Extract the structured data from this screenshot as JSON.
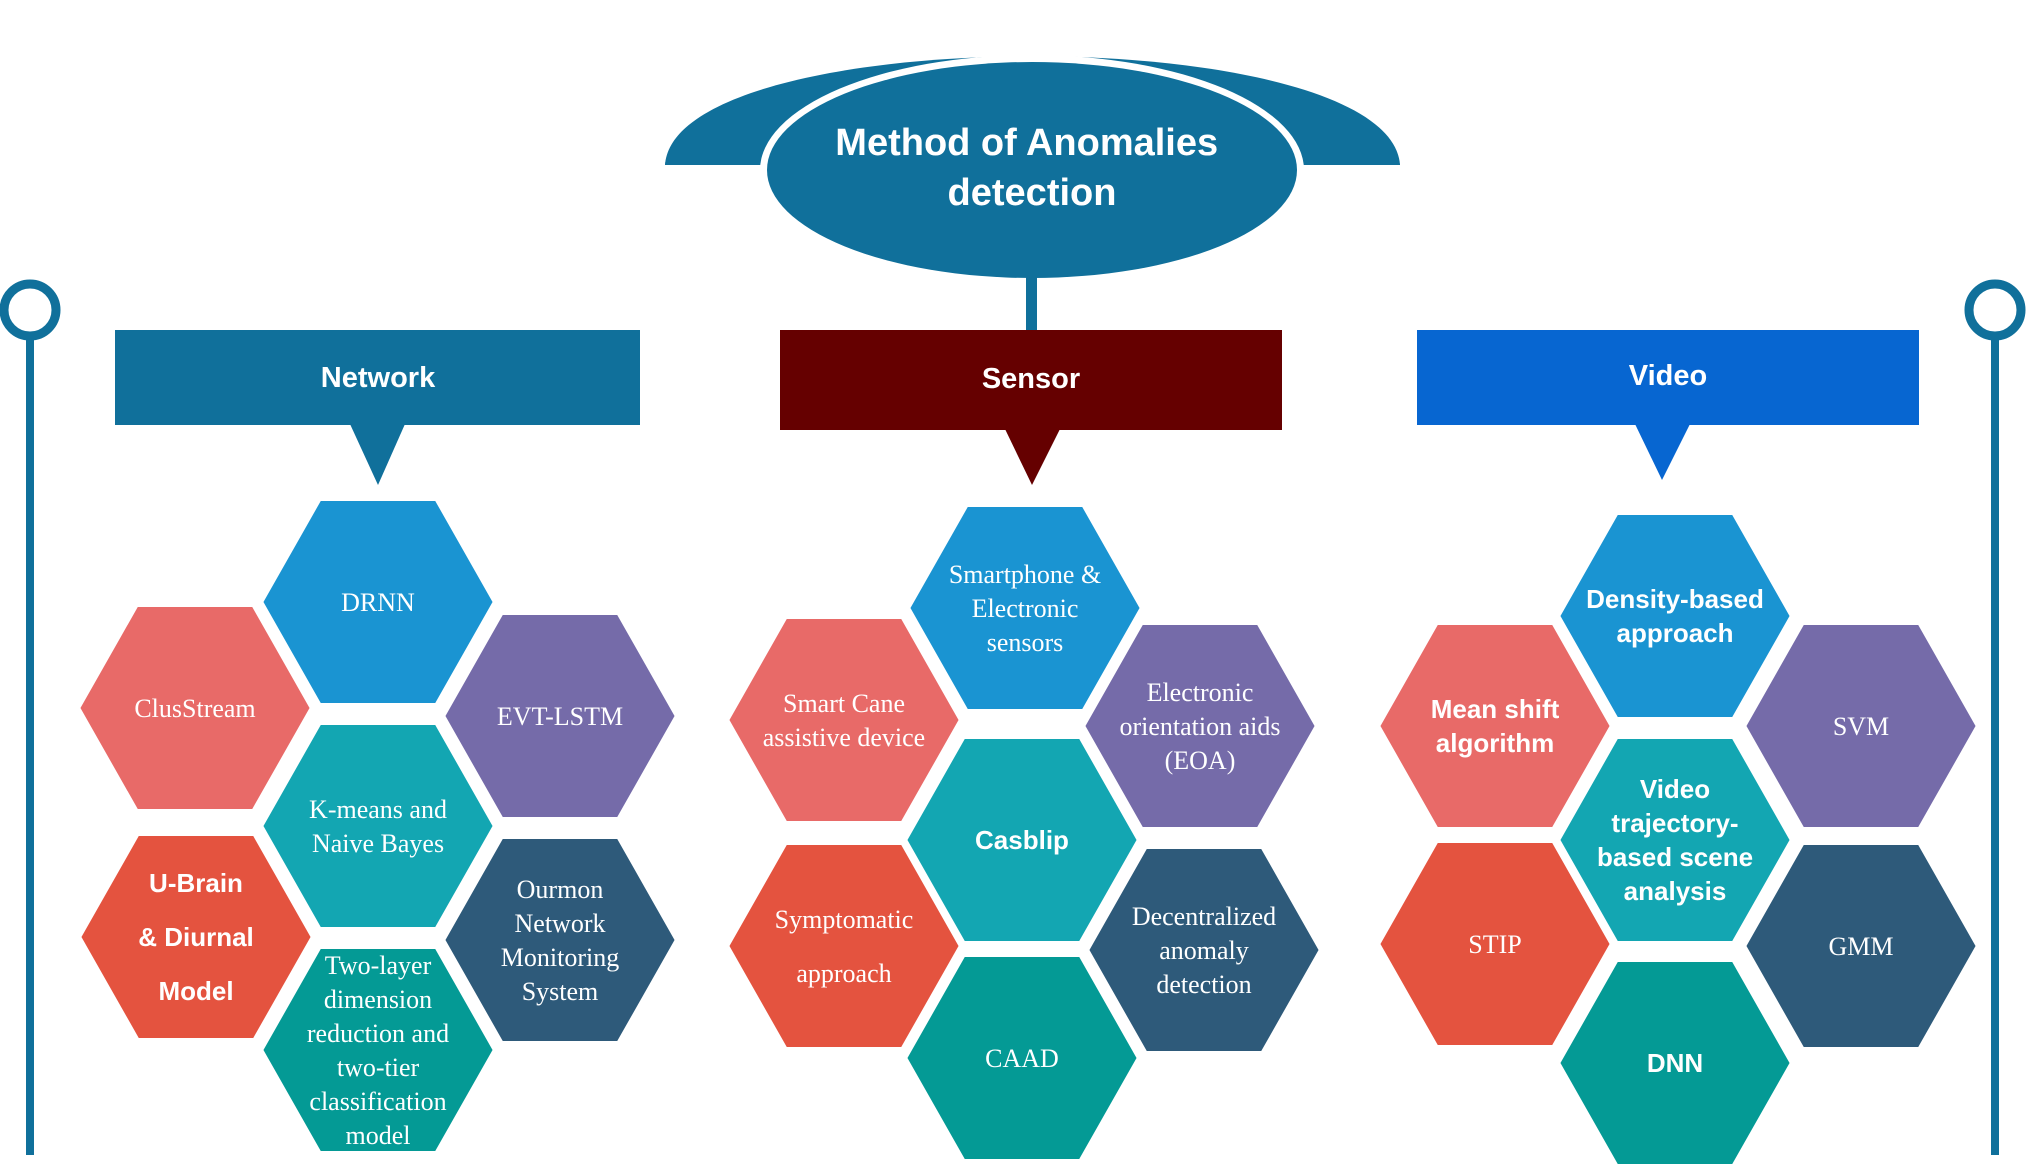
{
  "title": {
    "lines": [
      "Method of Anomalies",
      "detection"
    ]
  },
  "colors": {
    "main_blue": "#10709b",
    "sensor_maroon": "#650000",
    "video_blue": "#0766d1",
    "hex_blue": "#1a94d2",
    "hex_coral": "#e86a68",
    "hex_purple": "#756ba9",
    "hex_teal": "#13a6b2",
    "hex_red": "#e4533f",
    "hex_navy": "#2e5a7a",
    "hex_dark_teal": "#049a95"
  },
  "categories": [
    {
      "id": "network",
      "label": "Network",
      "color": "#10709b",
      "hexagons": [
        {
          "id": "drnn",
          "lines": [
            "DRNN"
          ],
          "color": "#1a94d2",
          "font": "serif"
        },
        {
          "id": "clusstream",
          "lines": [
            "ClusStream"
          ],
          "color": "#e86a68",
          "font": "serif"
        },
        {
          "id": "evt-lstm",
          "lines": [
            "EVT-LSTM"
          ],
          "color": "#756ba9",
          "font": "serif"
        },
        {
          "id": "kmeans-naive-bayes",
          "lines": [
            "K-means and",
            "Naive Bayes"
          ],
          "color": "#13a6b2",
          "font": "serif"
        },
        {
          "id": "u-brain",
          "lines": [
            "U-Brain",
            "& Diurnal",
            "Model"
          ],
          "color": "#e4533f",
          "font": "sans"
        },
        {
          "id": "ourmon",
          "lines": [
            "Ourmon",
            "Network",
            "Monitoring",
            "System"
          ],
          "color": "#2e5a7a",
          "font": "serif"
        },
        {
          "id": "two-layer",
          "lines": [
            "Two-layer",
            "dimension",
            "reduction and",
            "two-tier",
            "classification",
            "model"
          ],
          "color": "#049a95",
          "font": "serif"
        }
      ]
    },
    {
      "id": "sensor",
      "label": "Sensor",
      "color": "#650000",
      "hexagons": [
        {
          "id": "smartphone",
          "lines": [
            "Smartphone &",
            "Electronic",
            "sensors"
          ],
          "color": "#1a94d2",
          "font": "serif"
        },
        {
          "id": "smart-cane",
          "lines": [
            "Smart Cane",
            "assistive device"
          ],
          "color": "#e86a68",
          "font": "serif"
        },
        {
          "id": "eoa",
          "lines": [
            "Electronic",
            "orientation aids",
            "(EOA)"
          ],
          "color": "#756ba9",
          "font": "serif"
        },
        {
          "id": "casblip",
          "lines": [
            "Casblip"
          ],
          "color": "#13a6b2",
          "font": "sans"
        },
        {
          "id": "symptomatic",
          "lines": [
            "Symptomatic",
            "approach"
          ],
          "color": "#e4533f",
          "font": "serif"
        },
        {
          "id": "decentralized",
          "lines": [
            "Decentralized",
            "anomaly",
            "detection"
          ],
          "color": "#2e5a7a",
          "font": "serif"
        },
        {
          "id": "caad",
          "lines": [
            "CAAD"
          ],
          "color": "#049a95",
          "font": "serif"
        }
      ]
    },
    {
      "id": "video",
      "label": "Video",
      "color": "#0766d1",
      "hexagons": [
        {
          "id": "density",
          "lines": [
            "Density-based",
            "approach"
          ],
          "color": "#1a94d2",
          "font": "sans"
        },
        {
          "id": "mean-shift",
          "lines": [
            "Mean shift",
            "algorithm"
          ],
          "color": "#e86a68",
          "font": "sans"
        },
        {
          "id": "svm",
          "lines": [
            "SVM"
          ],
          "color": "#756ba9",
          "font": "serif"
        },
        {
          "id": "video-trajectory",
          "lines": [
            "Video",
            "trajectory-",
            "based scene",
            "analysis"
          ],
          "color": "#13a6b2",
          "font": "sans"
        },
        {
          "id": "stip",
          "lines": [
            "STIP"
          ],
          "color": "#e4533f",
          "font": "serif"
        },
        {
          "id": "gmm",
          "lines": [
            "GMM"
          ],
          "color": "#2e5a7a",
          "font": "serif"
        },
        {
          "id": "dnn",
          "lines": [
            "DNN"
          ],
          "color": "#049a95",
          "font": "sans"
        }
      ]
    }
  ]
}
